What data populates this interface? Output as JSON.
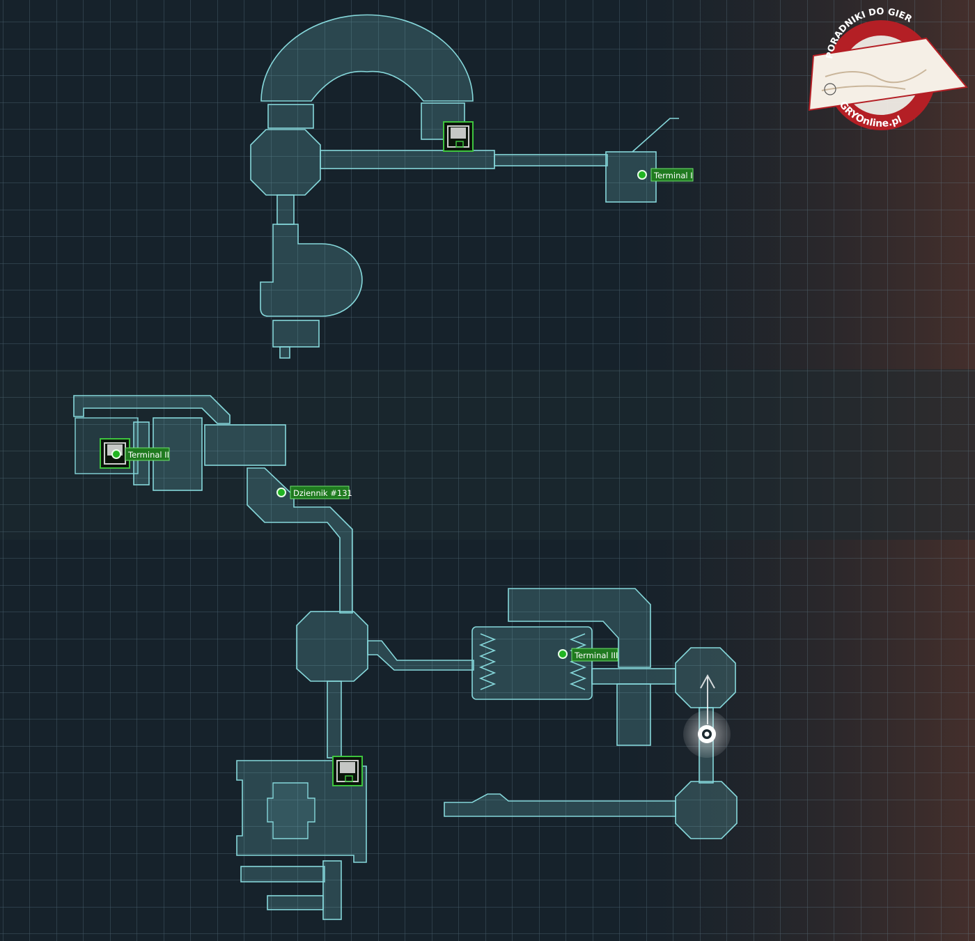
{
  "markers": [
    {
      "id": "terminal-1",
      "label": "Terminal I"
    },
    {
      "id": "terminal-2",
      "label": "Terminal II"
    },
    {
      "id": "dziennik-131",
      "label": "Dziennik #131"
    },
    {
      "id": "terminal-3",
      "label": "Terminal III"
    }
  ],
  "logo": {
    "top_text": "PORADNIKI DO GIER",
    "bottom_text": "GRYOnline.pl"
  },
  "colors": {
    "background": "#16222b",
    "grid": "#6a8899",
    "room_outline": "#86d8db",
    "marker_green": "#22b422",
    "logo_red": "#b41f25"
  },
  "icons": [
    "save-station-icon",
    "player-position-icon",
    "direction-arrow-icon"
  ]
}
